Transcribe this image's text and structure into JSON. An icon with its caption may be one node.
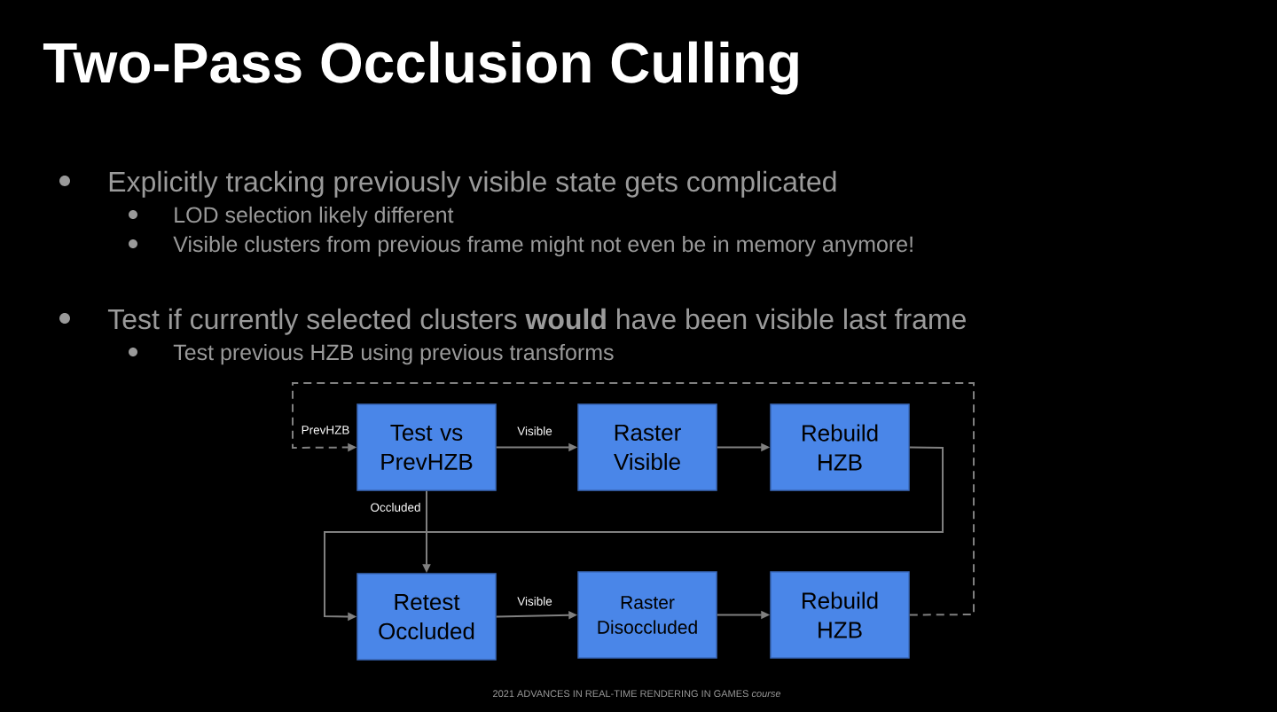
{
  "diagram": {
    "title": "Two-Pass Occlusion Culling",
    "nodes": [
      {
        "text": [
          "Test vs PrevHZB"
        ]
      },
      {
        "text": [
          "Raster Visible"
        ]
      },
      {
        "text": [
          "Rebuild HZB"
        ]
      },
      {
        "text": [
          "Retest Occluded"
        ]
      },
      {
        "text": [
          "Raster Disoccluded"
        ]
      },
      {
        "text": [
          "Rebuild HZB"
        ]
      }
    ],
    "edges": [
      {
        "from": 0,
        "to": 1,
        "arrow": "to",
        "label": "Visible"
      },
      {
        "from": 1,
        "to": 2,
        "arrow": "to"
      },
      {
        "from": 0,
        "to": 3,
        "arrow": "to",
        "label": "Occluded"
      },
      {
        "from": 2,
        "to": 3,
        "arrow": "to"
      },
      {
        "from": 3,
        "to": 4,
        "arrow": "to",
        "label": "Visible"
      },
      {
        "from": 4,
        "to": 5,
        "arrow": "to"
      },
      {
        "from": 5,
        "to": 0,
        "arrow": "to",
        "label": "PrevHZB",
        "style": "dashed"
      }
    ],
    "labels": [
      "Explicitly tracking previously visible state gets complicated",
      "LOD selection likely different",
      "Visible clusters from previous frame might not even be in memory anymore!",
      "Test if currently selected clusters **would** have been visible last frame",
      "Test previous HZB using previous transforms",
      "2021 ADVANCES IN REAL-TIME RENDERING IN GAMES *course*"
    ]
  }
}
